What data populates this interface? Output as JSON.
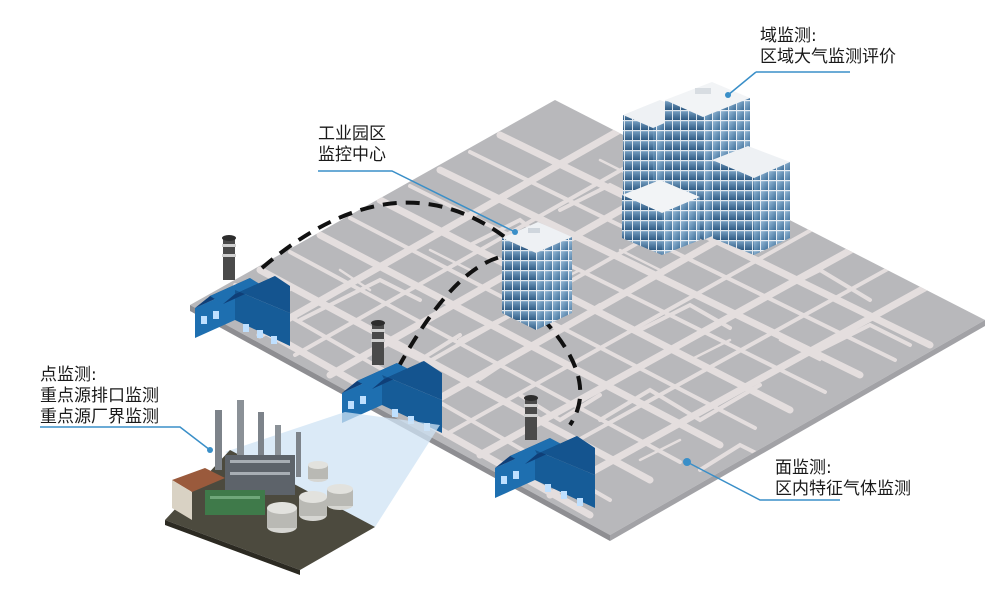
{
  "labels": {
    "domain": {
      "title": "域监测:",
      "desc": "区域大气监测评价"
    },
    "park_center": {
      "line1": "工业园区",
      "line2": "监控中心"
    },
    "point": {
      "title": "点监测:",
      "desc1": "重点源排口监测",
      "desc2": "重点源厂界监测"
    },
    "area": {
      "title": "面监测:",
      "desc": "区内特征气体监测"
    }
  },
  "colors": {
    "map_base": "#b8b8bb",
    "street": "#e4dede",
    "factory_blue": "#1e6fb0",
    "factory_dark": "#0f3f78",
    "leader_line": "#3a8fc8",
    "glass": "#6f95b8"
  }
}
